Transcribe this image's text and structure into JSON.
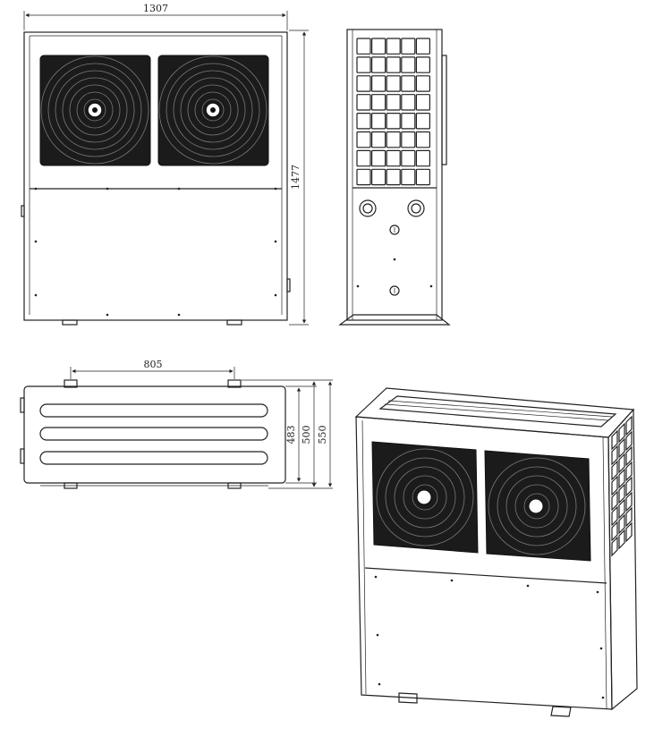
{
  "dimensions": {
    "front_width": "1307",
    "front_height": "1477",
    "top_bracket_spacing": "805",
    "depth_inner": "483",
    "depth_mid": "500",
    "depth_outer": "550"
  },
  "colors": {
    "line": "#222222",
    "fan_fill": "#1b1b1b",
    "grille": "#7a7a7a",
    "background": "#ffffff"
  }
}
